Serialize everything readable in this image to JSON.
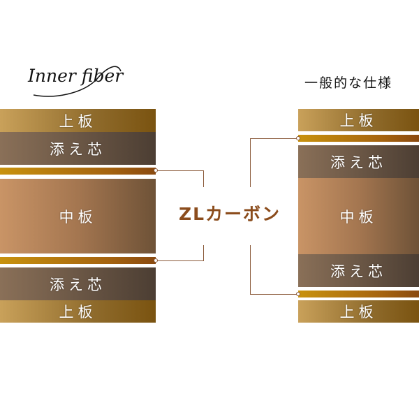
{
  "logo": "Inner fiber",
  "right_title": "一般的な仕様",
  "carbon_label": "ZLカーボン",
  "layers": {
    "top": "上板",
    "sub": "添え芯",
    "mid": "中板"
  },
  "colors": {
    "label": "#8b4c1c"
  }
}
